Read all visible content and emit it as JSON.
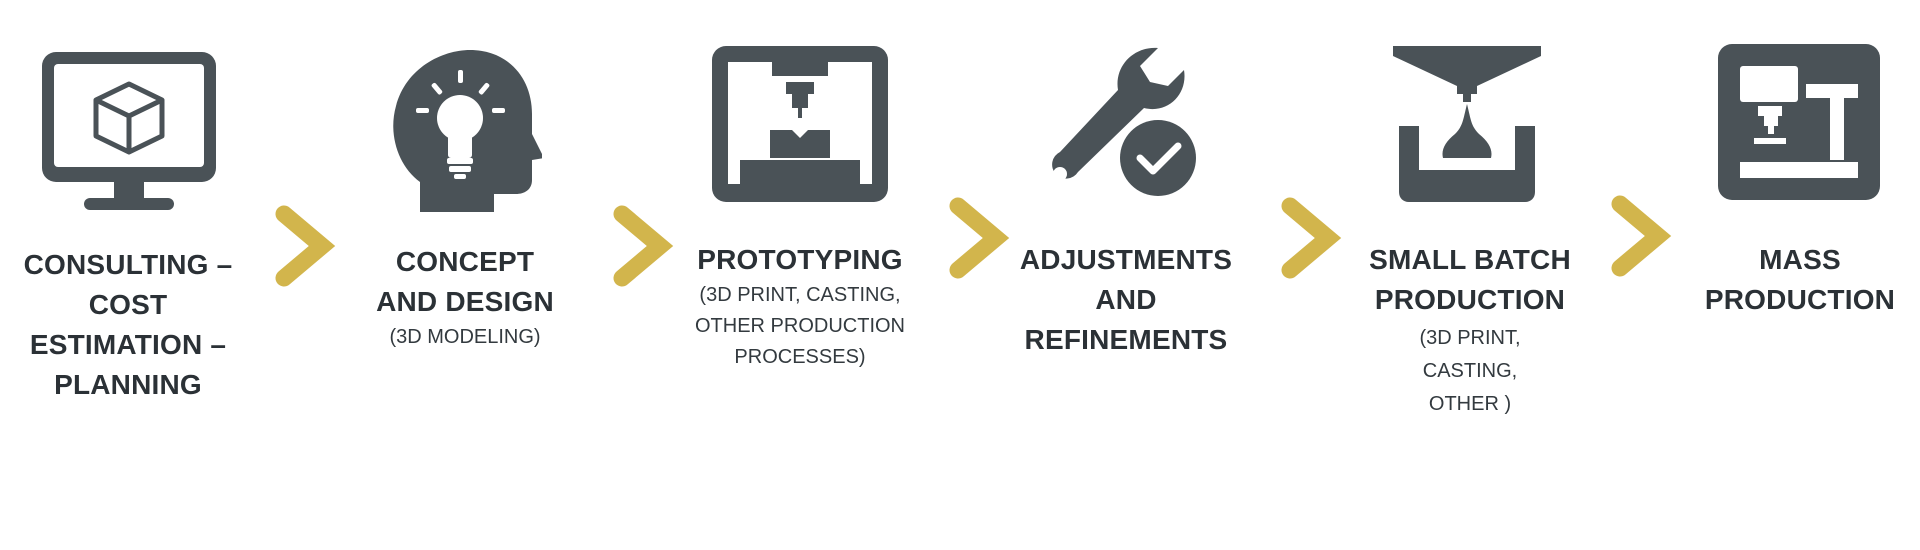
{
  "colors": {
    "icon": "#4a5257",
    "arrow": "#d2b54c",
    "title": "#2b3136",
    "subtitle": "#333a3f"
  },
  "steps": [
    {
      "icon": "monitor-with-cube-icon",
      "title_lines": [
        "CONSULTING –",
        "COST",
        "ESTIMATION –",
        "PLANNING"
      ],
      "subtitle_lines": []
    },
    {
      "icon": "head-with-lightbulb-icon",
      "title_lines": [
        "CONCEPT",
        "AND DESIGN"
      ],
      "subtitle_lines": [
        "(3D MODELING)"
      ]
    },
    {
      "icon": "3d-printer-icon",
      "title_lines": [
        "PROTOTYPING"
      ],
      "subtitle_lines": [
        "(3D PRINT, CASTING,",
        "OTHER PRODUCTION",
        "PROCESSES)"
      ]
    },
    {
      "icon": "wrench-with-checkmark-icon",
      "title_lines": [
        "ADJUSTMENTS",
        "AND",
        "REFINEMENTS"
      ],
      "subtitle_lines": []
    },
    {
      "icon": "casting-mold-icon",
      "title_lines": [
        "SMALL BATCH",
        "PRODUCTION"
      ],
      "subtitle_lines": [
        "(3D PRINT,",
        "CASTING,",
        "OTHER )"
      ]
    },
    {
      "icon": "cnc-machine-icon",
      "title_lines": [
        "MASS",
        "PRODUCTION"
      ],
      "subtitle_lines": []
    }
  ],
  "connector_icon": "chevron-right-icon"
}
